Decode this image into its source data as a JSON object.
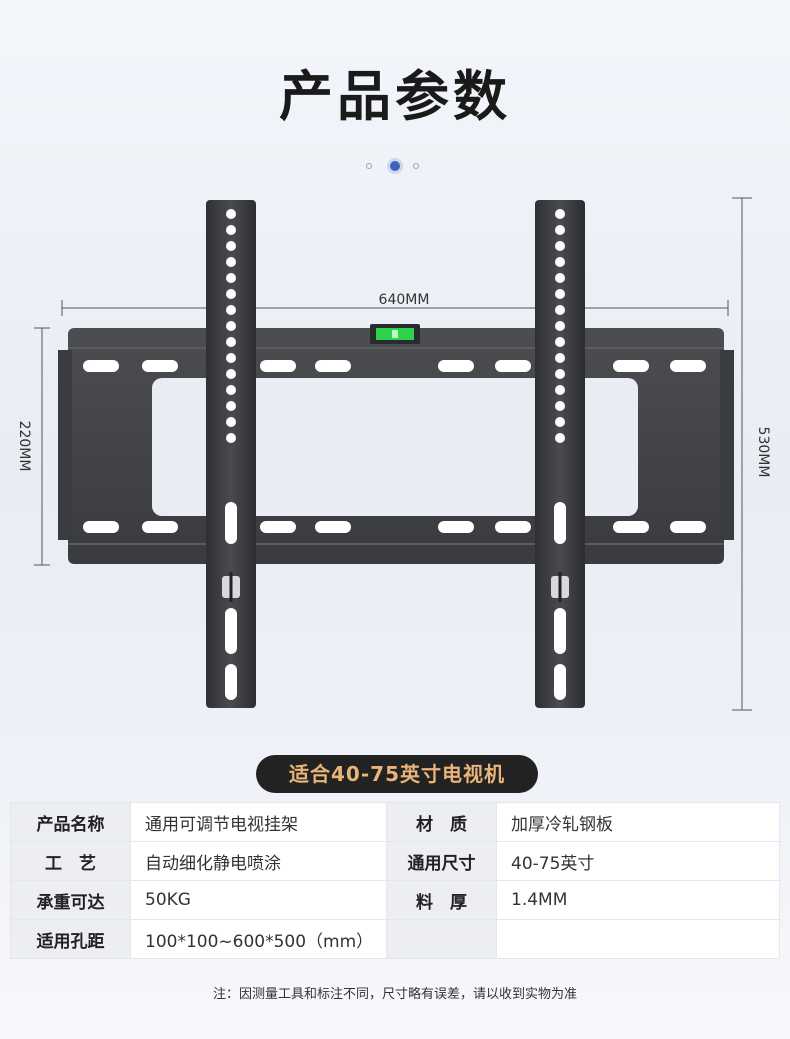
{
  "header": {
    "title": "产品参数"
  },
  "carousel": {
    "slide_count": 3,
    "active_index": 1
  },
  "diagram": {
    "width_label": "640MM",
    "height_left_label": "220MM",
    "height_right_label": "530MM"
  },
  "fit_badge": "适合40-75英寸电视机",
  "specs": {
    "rows": [
      {
        "label1": "产品名称",
        "value1": "通用可调节电视挂架",
        "label2": "材　质",
        "value2": "加厚冷轧钢板"
      },
      {
        "label1": "工　艺",
        "value1": "自动细化静电喷涂",
        "label2": "通用尺寸",
        "value2": "40-75英寸"
      },
      {
        "label1": "承重可达",
        "value1": "50KG",
        "label2": "料　厚",
        "value2": "1.4MM"
      },
      {
        "label1": "适用孔距",
        "value1": "100*100~600*500（mm）",
        "label2": "",
        "value2": ""
      }
    ]
  },
  "note": "注：因测量工具和标注不同，尺寸略有误差，请以收到实物为准",
  "colors": {
    "accent": "#3f63b8",
    "badge_bg": "#222222",
    "badge_text": "#e9b479",
    "level": "#2fd24a"
  }
}
